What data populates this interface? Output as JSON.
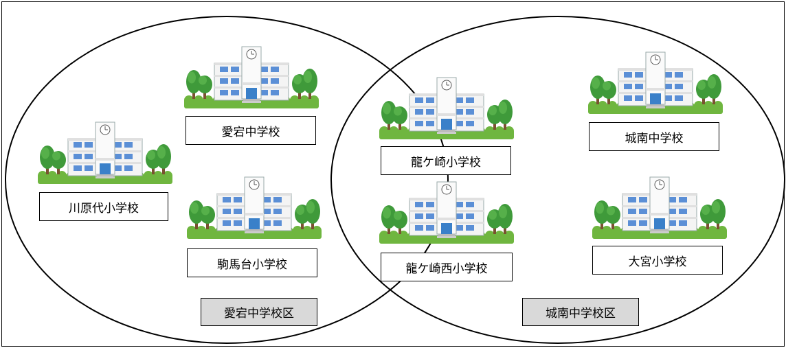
{
  "schools": [
    {
      "name": "愛宕中学校"
    },
    {
      "name": "川原代小学校"
    },
    {
      "name": "駒馬台小学校"
    },
    {
      "name": "龍ケ崎小学校"
    },
    {
      "name": "龍ケ崎西小学校"
    },
    {
      "name": "城南中学校"
    },
    {
      "name": "大宮小学校"
    }
  ],
  "districts": {
    "atago": "愛宕中学校区",
    "jonan": "城南中学校区"
  },
  "colors": {
    "district_fill": "#d9d9d9",
    "grass": "#6fb63f",
    "tree": "#3f9a3a",
    "window": "#5b8fd6",
    "door": "#3a80c9"
  }
}
